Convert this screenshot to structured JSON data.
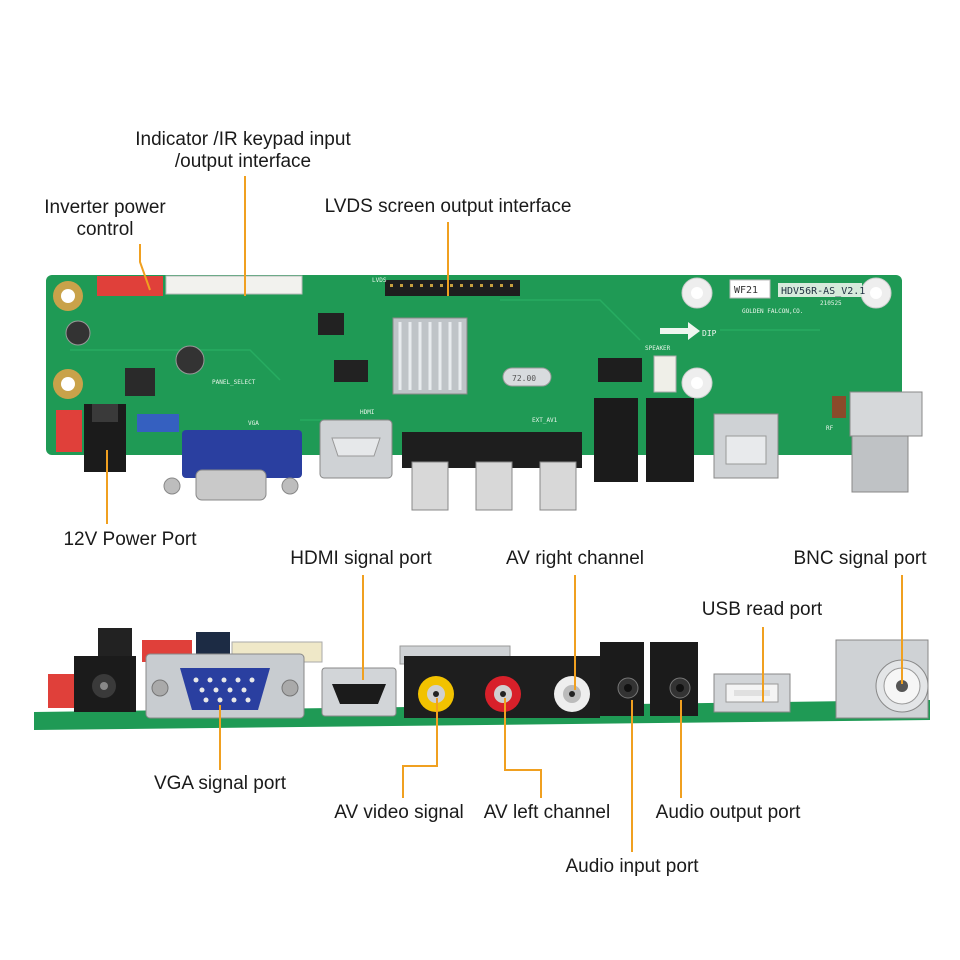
{
  "labels": {
    "indicator_line1": "Indicator /IR keypad input",
    "indicator_line2": "/output interface",
    "inverter_line1": "Inverter power",
    "inverter_line2": "control",
    "lvds": "LVDS screen output interface",
    "power12v": "12V Power Port",
    "hdmi": "HDMI signal port",
    "av_right": "AV right channel",
    "bnc": "BNC signal port",
    "usb": "USB read port",
    "vga": "VGA signal port",
    "av_video": "AV video signal",
    "av_left": "AV left channel",
    "audio_out": "Audio output port",
    "audio_in": "Audio input port"
  },
  "board_silk": {
    "model": "HDV56R-AS_V2.1",
    "wf": "WF21",
    "date": "210525",
    "maker": "GOLDEN FALCON,CO.",
    "crystal": "72.00",
    "hdmi": "HDMI",
    "vga": "VGA",
    "ext_av1": "EXT_AV1",
    "speaker": "SPEAKER",
    "panel_select": "PANEL_SELECT",
    "dip": "DIP",
    "rf": "RF",
    "lvds": "LVDS"
  },
  "colors": {
    "pcb": "#1f9a55",
    "pcb_dark": "#157a3f",
    "leader": "#f0a020",
    "vga_blue": "#2a3fa0",
    "header_red": "#e0403a",
    "rca_yellow": "#f2c200",
    "rca_red": "#d8202a",
    "rca_white": "#eeeeee"
  }
}
